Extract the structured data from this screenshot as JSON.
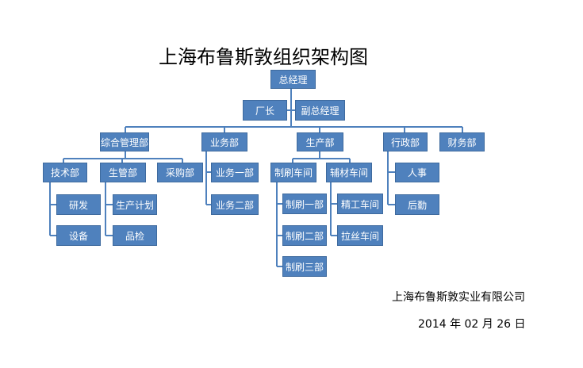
{
  "title": "上海布鲁斯敦组织架构图",
  "company": "上海布鲁斯敦实业有限公司",
  "date": "2014 年 02 月 26 日",
  "colors": {
    "node_fill": "#4f81bd",
    "node_border": "#3e6a9e",
    "connector": "#4f81bd",
    "node_text": "#ffffff"
  },
  "nodes": {
    "gm": "总经理",
    "factory_head": "厂长",
    "deputy_gm": "副总经理",
    "admin_mgmt": "综合管理部",
    "business": "业务部",
    "production": "生产部",
    "administration": "行政部",
    "finance": "财务部",
    "tech": "技术部",
    "prod_mgmt": "生管部",
    "purchasing": "采购部",
    "rnd": "研发",
    "equipment": "设备",
    "prod_plan": "生产计划",
    "qc": "品检",
    "biz1": "业务一部",
    "biz2": "业务二部",
    "print_workshop": "制刷车间",
    "aux_workshop": "辅材车间",
    "print1": "制刷一部",
    "print2": "制刷二部",
    "print3": "制刷三部",
    "fine_workshop": "精工车间",
    "wire_workshop": "拉丝车间",
    "hr": "人事",
    "logistics": "后勤"
  }
}
